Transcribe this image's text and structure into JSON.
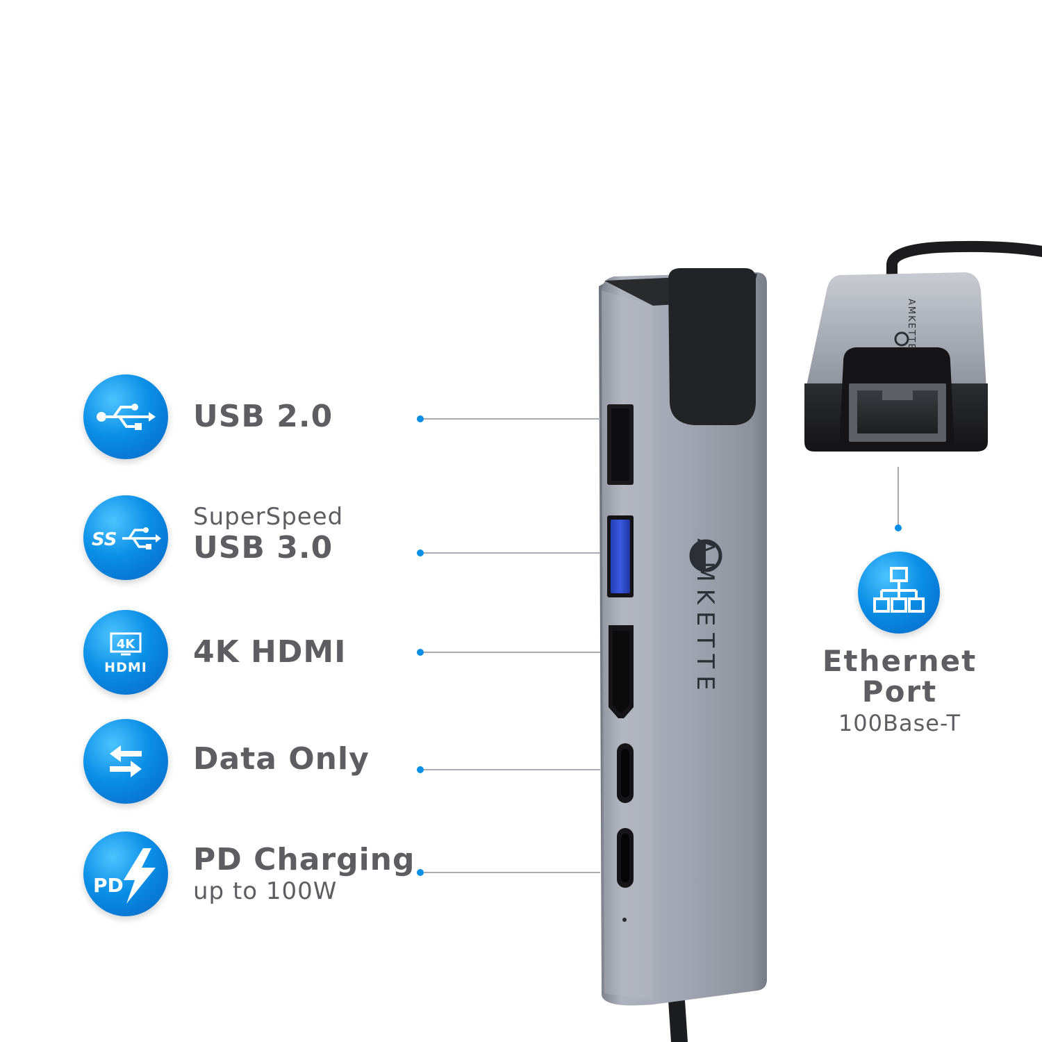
{
  "features": [
    {
      "icon": "usb-icon",
      "main": "USB 2.0",
      "sub": ""
    },
    {
      "icon": "superspeed-usb-icon",
      "sub_above": "SuperSpeed",
      "main": "USB 3.0"
    },
    {
      "icon": "hdmi-4k-icon",
      "main": "4K HDMI",
      "sub": ""
    },
    {
      "icon": "data-transfer-icon",
      "main": "Data Only",
      "sub": ""
    },
    {
      "icon": "power-delivery-icon",
      "main": "PD Charging",
      "sub": "up to 100W"
    }
  ],
  "ethernet": {
    "icon": "network-icon",
    "title_line1": "Ethernet",
    "title_line2": "Port",
    "sub": "100Base-T"
  },
  "icon_text": {
    "ss": "SS",
    "k4": "4K",
    "hdmi": "HDMI",
    "pd": "PD"
  },
  "brand": "AMKETTE",
  "colors": {
    "accent_blue": "#0a8fe6",
    "usb3_port_blue": "#1f3fbf",
    "text_gray": "#5e5e62",
    "hub_body": "#9ea2ad"
  }
}
